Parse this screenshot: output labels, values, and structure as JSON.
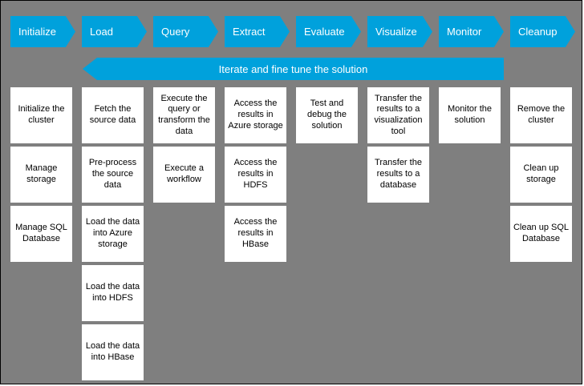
{
  "diagram": {
    "banner_label": "Iterate and fine tune the solution",
    "phases": [
      {
        "label": "Initialize",
        "tasks": [
          "Initialize the cluster",
          "Manage storage",
          "Manage SQL Database"
        ]
      },
      {
        "label": "Load",
        "tasks": [
          "Fetch the source data",
          "Pre-process the source data",
          "Load the data into Azure storage",
          "Load the data into HDFS",
          "Load the data into HBase"
        ]
      },
      {
        "label": "Query",
        "tasks": [
          "Execute the query or transform the data",
          "Execute a workflow"
        ]
      },
      {
        "label": "Extract",
        "tasks": [
          "Access the results in Azure storage",
          "Access the results in HDFS",
          "Access the results in HBase"
        ]
      },
      {
        "label": "Evaluate",
        "tasks": [
          "Test and debug the solution"
        ]
      },
      {
        "label": "Visualize",
        "tasks": [
          "Transfer the results to a visualization tool",
          "Transfer the results to a database"
        ]
      },
      {
        "label": "Monitor",
        "tasks": [
          "Monitor the solution"
        ]
      },
      {
        "label": "Cleanup",
        "tasks": [
          "Remove the cluster",
          "Clean up storage",
          "Clean up SQL Database"
        ]
      }
    ],
    "colors": {
      "accent": "#00A1DC",
      "background": "#7F7F7F",
      "card_background": "#FFFFFF",
      "card_text": "#000000",
      "arrow_text": "#FFFFFF"
    }
  }
}
